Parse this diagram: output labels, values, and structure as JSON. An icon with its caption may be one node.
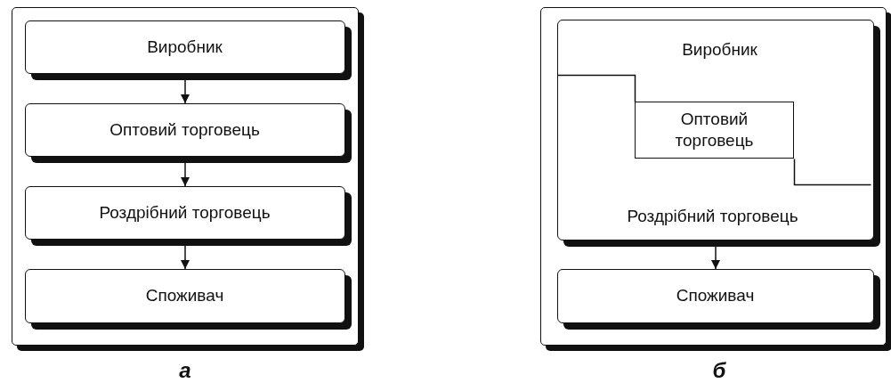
{
  "diagram": {
    "nodes": [
      {
        "text": [],
        "shape": "box"
      },
      {
        "text": [
          "Виробник"
        ],
        "in": 0
      },
      {
        "text": [
          "Оптовий торговець"
        ],
        "in": 0
      },
      {
        "text": [
          "Роздрібний торговець"
        ],
        "in": 0
      },
      {
        "text": [
          "Споживач"
        ],
        "in": 0
      },
      {
        "text": [],
        "shape": "box"
      },
      {
        "text": [
          "Виробник",
          "Роздрібний торговець"
        ],
        "in": 5
      },
      {
        "text": [
          "Оптовий торговець"
        ],
        "in": 6
      },
      {
        "text": [
          "Споживач"
        ],
        "in": 5
      }
    ],
    "edges": [
      {
        "from": 1,
        "to": 2,
        "arrow": "to"
      },
      {
        "from": 2,
        "to": 3,
        "arrow": "to"
      },
      {
        "from": 3,
        "to": 4,
        "arrow": "to"
      },
      {
        "from": 6,
        "to": 8,
        "arrow": "to"
      }
    ],
    "labels": [
      "а",
      "б"
    ]
  }
}
